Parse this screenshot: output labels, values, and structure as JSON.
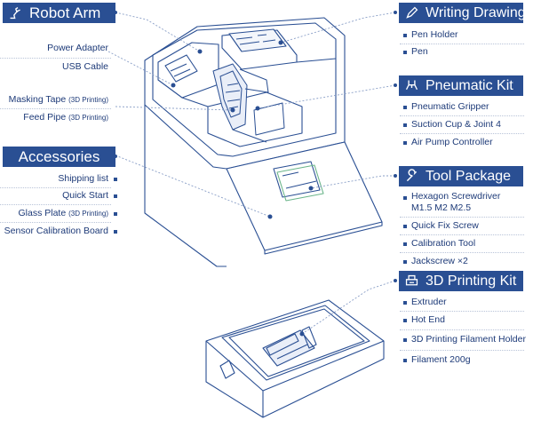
{
  "headers": {
    "robot_arm": "Robot Arm",
    "accessories": "Accessories",
    "writing_drawing": "Writing Drawing Kit",
    "pneumatic": "Pneumatic Kit",
    "tool_package": "Tool Package",
    "printing_3d": "3D Printing Kit"
  },
  "robot_arm_items": [
    {
      "text": "Power Adapter",
      "note": ""
    },
    {
      "text": "USB Cable",
      "note": ""
    },
    {
      "text": "Masking Tape ",
      "note": "(3D Printing)"
    },
    {
      "text": "Feed Pipe ",
      "note": "(3D Printing)"
    }
  ],
  "accessories_items": [
    {
      "text": "Shipping list",
      "note": ""
    },
    {
      "text": "Quick Start",
      "note": ""
    },
    {
      "text": "Glass Plate ",
      "note": "(3D Printing)"
    },
    {
      "text": "Sensor Calibration Board",
      "note": ""
    }
  ],
  "writing_items": [
    "Pen Holder",
    "Pen"
  ],
  "pneumatic_items": [
    "Pneumatic Gripper",
    "Suction Cup & Joint 4",
    "Air Pump Controller"
  ],
  "tool_items": {
    "hex_line1": "Hexagon Screwdriver",
    "hex_line2": "M1.5 M2 M2.5",
    "others": [
      "Quick Fix Screw",
      "Calibration Tool",
      "Jackscrew ×2"
    ]
  },
  "printing_items": [
    "Extruder",
    "Hot End",
    "3D Printing Filament Holder",
    "Filament 200g"
  ],
  "colors": {
    "accent": "#2a4f93",
    "text": "#1d3a78",
    "line": "#2a4f93"
  }
}
